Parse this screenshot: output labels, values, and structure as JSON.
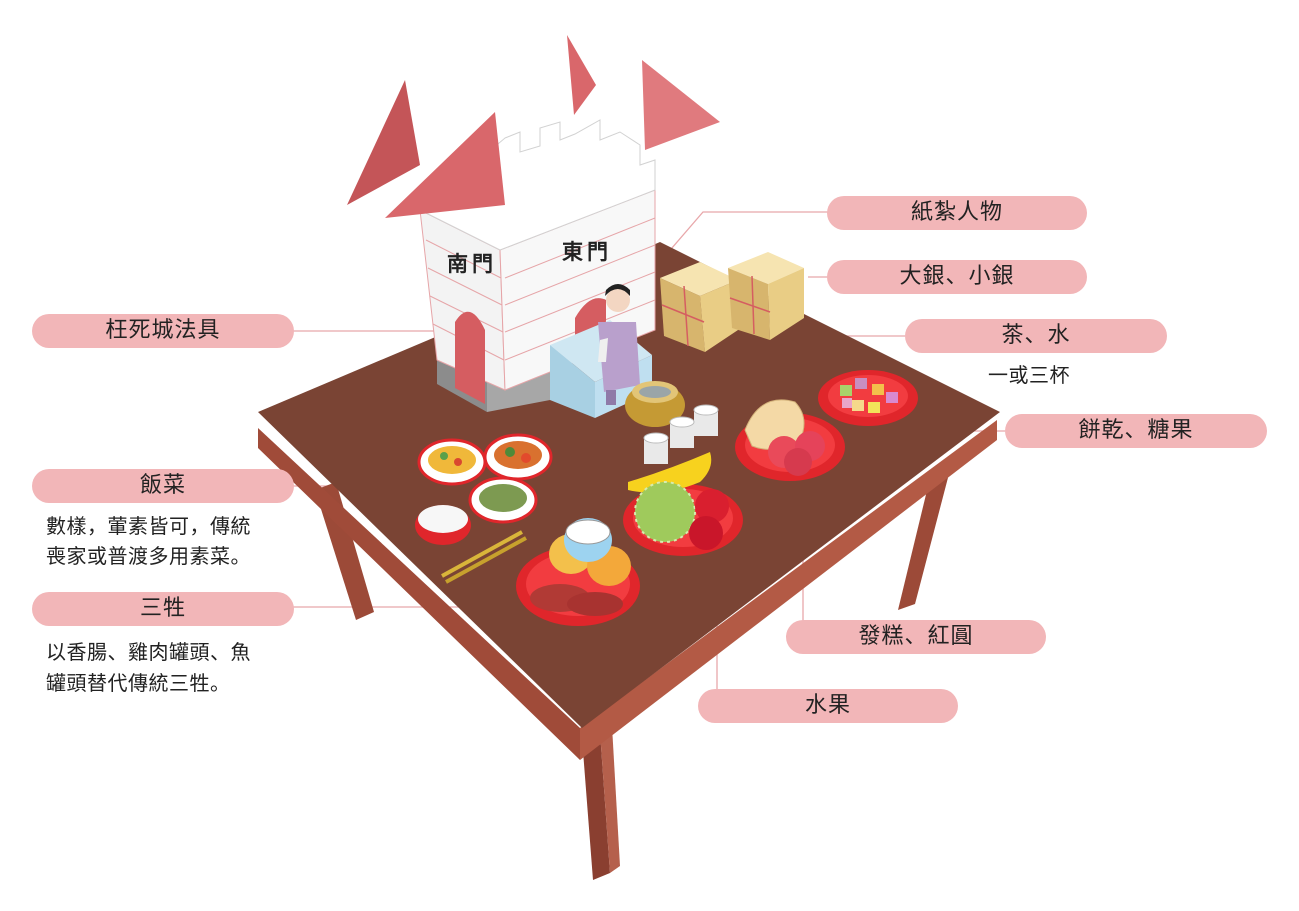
{
  "labels": {
    "paper_figures": "紙紮人物",
    "gold_silver": "大銀、小銀",
    "tea_water": "茶、水",
    "tea_water_note": "一或三杯",
    "biscuits_candy": "餅乾、糖果",
    "wrongful_death_city": "枉死城法具",
    "dishes": "飯菜",
    "dishes_note_1": "數樣，葷素皆可，傳統",
    "dishes_note_2": "喪家或普渡多用素菜。",
    "three_sacrifices": "三牲",
    "three_sacrifices_note_1": "以香腸、雞肉罐頭、魚",
    "three_sacrifices_note_2": "罐頭替代傳統三牲。",
    "cakes": "發糕、紅圓",
    "fruit": "水果"
  },
  "castle_signs": {
    "south_gate": "南門",
    "east_gate": "東門"
  },
  "colors": {
    "pill": "#f2b6b8",
    "table_top": "#7a4434",
    "table_leg": "#a35543",
    "flag": "#d9676b",
    "plate": "#e0262b",
    "leader_line": "#e8a7aa"
  }
}
